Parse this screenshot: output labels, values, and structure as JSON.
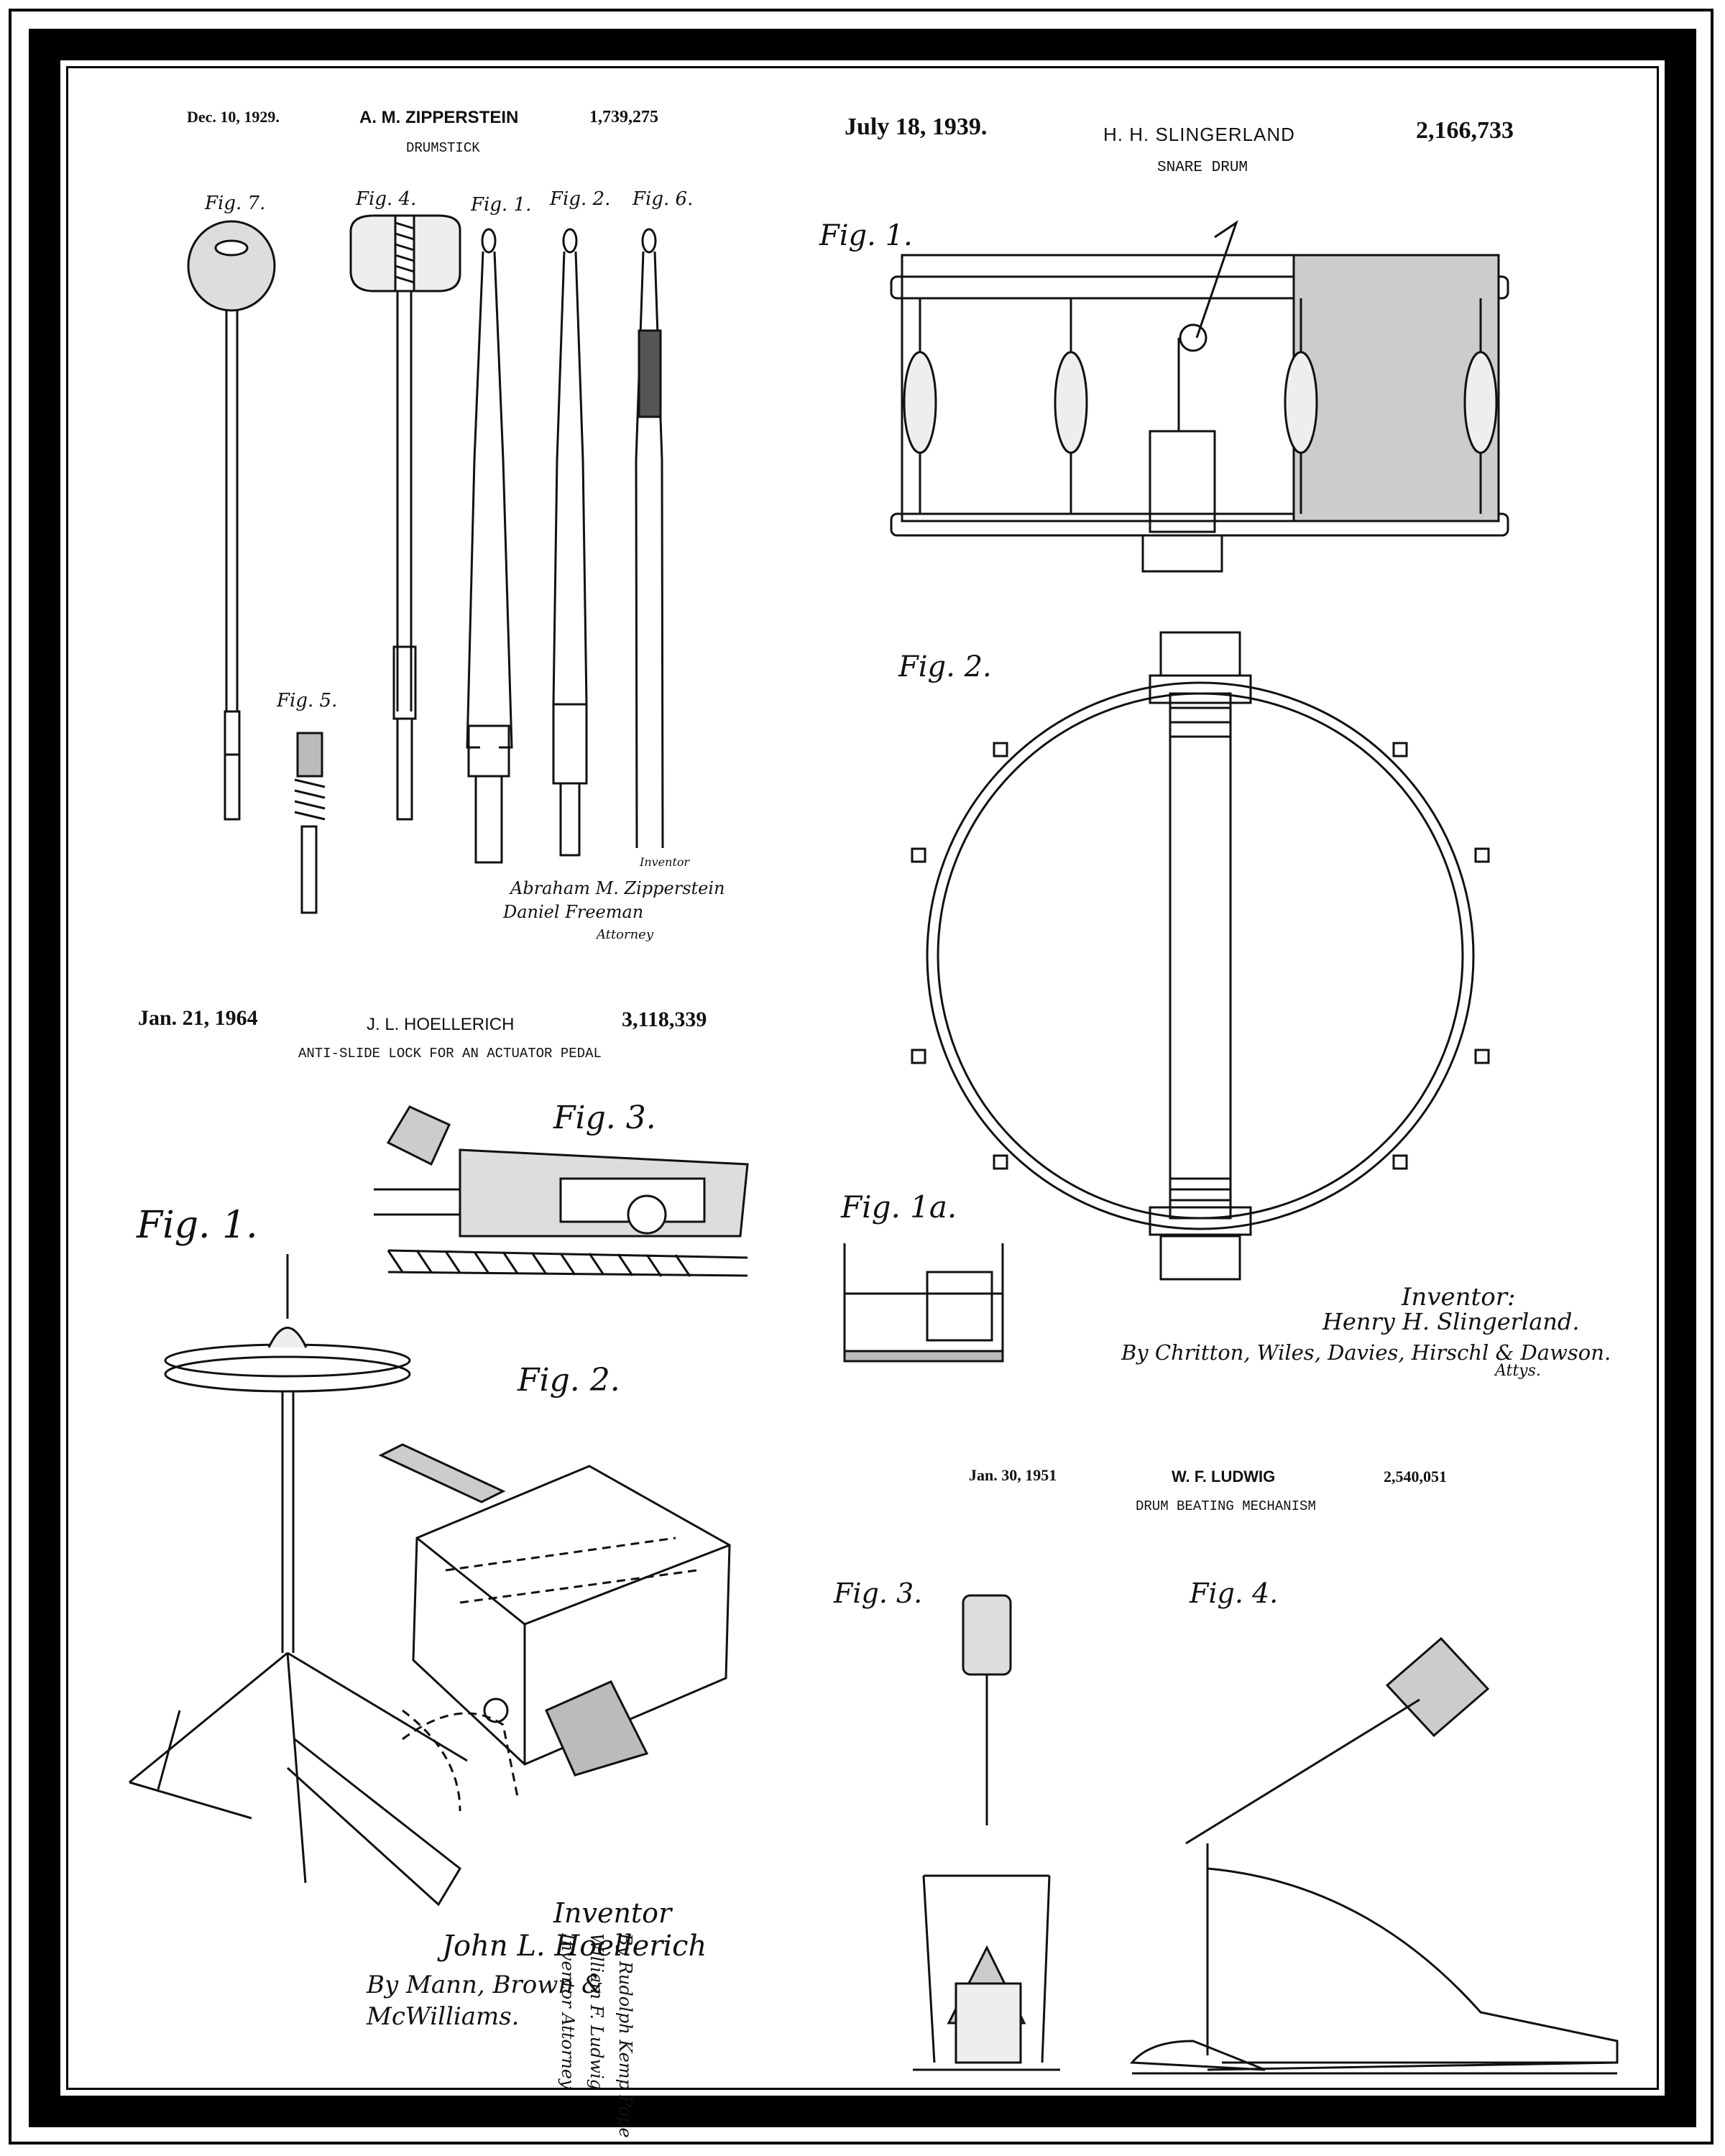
{
  "patents": [
    {
      "date": "Dec. 10, 1929.",
      "inventor": "A. M. ZIPPERSTEIN",
      "number": "1,739,275",
      "title": "DRUMSTICK",
      "fig_labels": [
        "Fig. 7.",
        "Fig. 4.",
        "Fig. 1.",
        "Fig. 2.",
        "Fig. 6.",
        "Fig. 5."
      ],
      "inventor_label": "Inventor",
      "signature": "Abraham M. Zipperstein",
      "attorney_signature": "Daniel Freeman",
      "attorney_label": "Attorney"
    },
    {
      "date": "July 18, 1939.",
      "inventor": "H. H. SLINGERLAND",
      "number": "2,166,733",
      "title": "SNARE DRUM",
      "fig_labels": [
        "Fig. 1.",
        "Fig. 2.",
        "Fig. 1a."
      ],
      "inventor_label": "Inventor:",
      "signature": "Henry H. Slingerland.",
      "attorney_signature": "By Chritton, Wiles, Davies, Hirschl & Dawson.",
      "attorney_label": "Attys."
    },
    {
      "date": "Jan. 21, 1964",
      "inventor": "J. L. HOELLERICH",
      "number": "3,118,339",
      "title": "ANTI-SLIDE LOCK FOR AN ACTUATOR PEDAL",
      "fig_labels": [
        "Fig. 3.",
        "Fig. 1.",
        "Fig. 2."
      ],
      "inventor_label": "Inventor",
      "signature": "John L. Hoellerich",
      "attorney_signature": "By Mann, Brown & McWilliams."
    },
    {
      "date": "Jan. 30, 1951",
      "inventor": "W. F. LUDWIG",
      "number": "2,540,051",
      "title": "DRUM BEATING MECHANISM",
      "fig_labels": [
        "Fig. 3.",
        "Fig. 4."
      ],
      "vertical_signature": "By Rudolph Kemp Pope  William F. Ludwig  Inventor  Attorney"
    }
  ],
  "colors": {
    "ink": "#111111",
    "paper": "#ffffff",
    "frame": "#000000"
  }
}
